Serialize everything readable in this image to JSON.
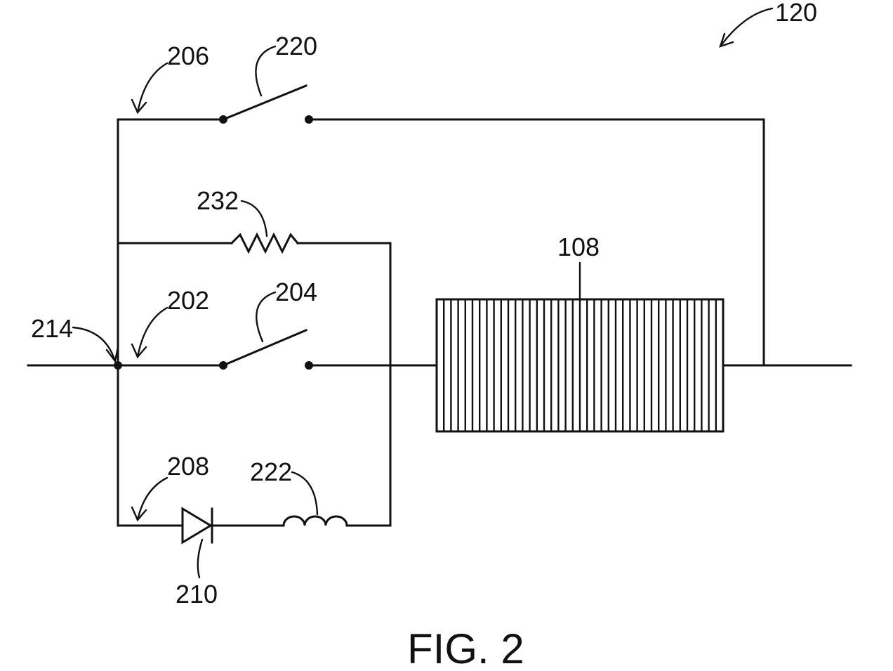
{
  "figure": {
    "caption": "FIG. 2",
    "labels": {
      "assembly": "120",
      "branch_top": "206",
      "switch_top": "220",
      "resistor": "232",
      "branch_main": "202",
      "switch_main": "204",
      "node": "214",
      "battery": "108",
      "branch_bottom": "208",
      "inductor": "222",
      "diode": "210"
    }
  },
  "colors": {
    "line": "#111111",
    "background": "#ffffff"
  }
}
